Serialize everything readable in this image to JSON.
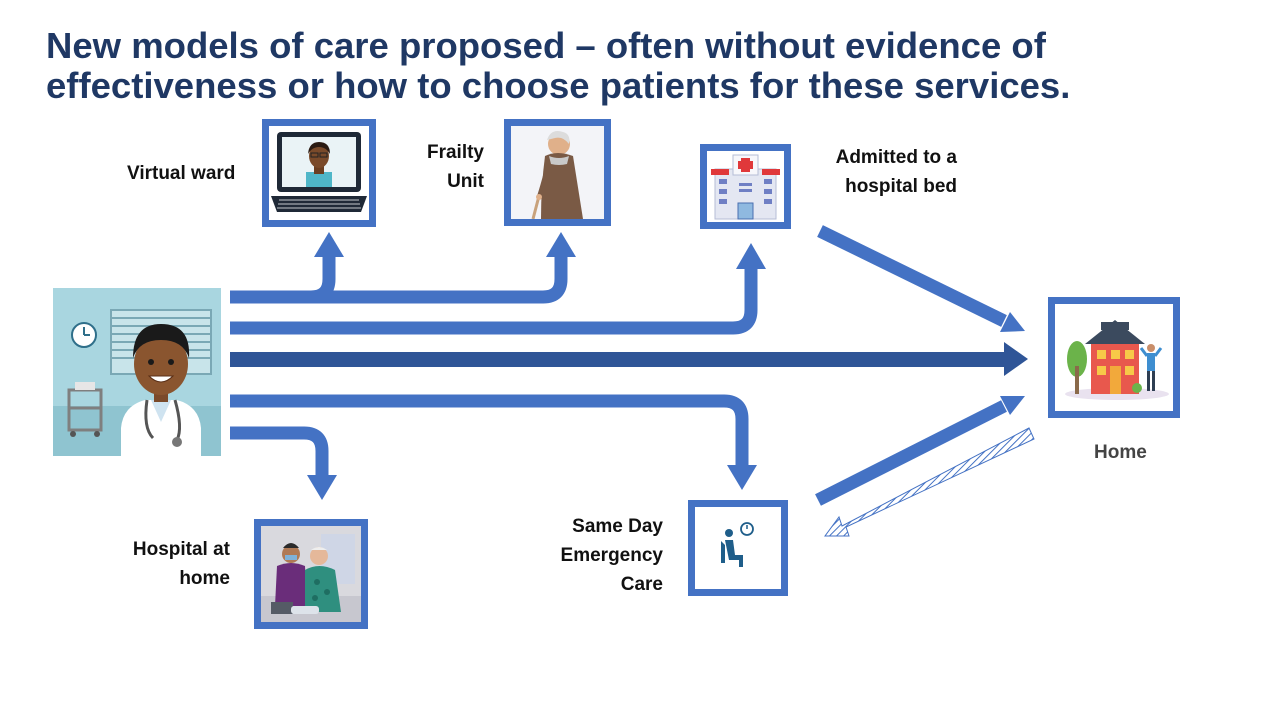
{
  "title": {
    "line1": "New models of care proposed – often without evidence of",
    "line2": "effectiveness or how to choose patients for these services."
  },
  "labels": {
    "virtual_ward": "Virtual ward",
    "frailty_unit": [
      "Frailty",
      "Unit"
    ],
    "admitted": [
      "Admitted to a",
      "hospital bed"
    ],
    "hospital_at_home": [
      "Hospital at",
      "home"
    ],
    "sdec": [
      "Same Day",
      "Emergency",
      "Care"
    ],
    "home": "Home"
  },
  "icons": {
    "virtual_ward": "doctor-on-laptop-icon",
    "frailty_unit": "elderly-person-with-cane-icon",
    "admitted": "hospital-building-icon",
    "home": "house-with-person-icon",
    "sdec": "seated-patient-clock-icon",
    "hospital_at_home": "home-nurse-visit-icon",
    "start": "doctor-portrait-icon"
  },
  "colors": {
    "title": "#1f3864",
    "arrow": "#4472c4",
    "arrow_dark": "#2f5597",
    "box_border": "#4472c4"
  }
}
